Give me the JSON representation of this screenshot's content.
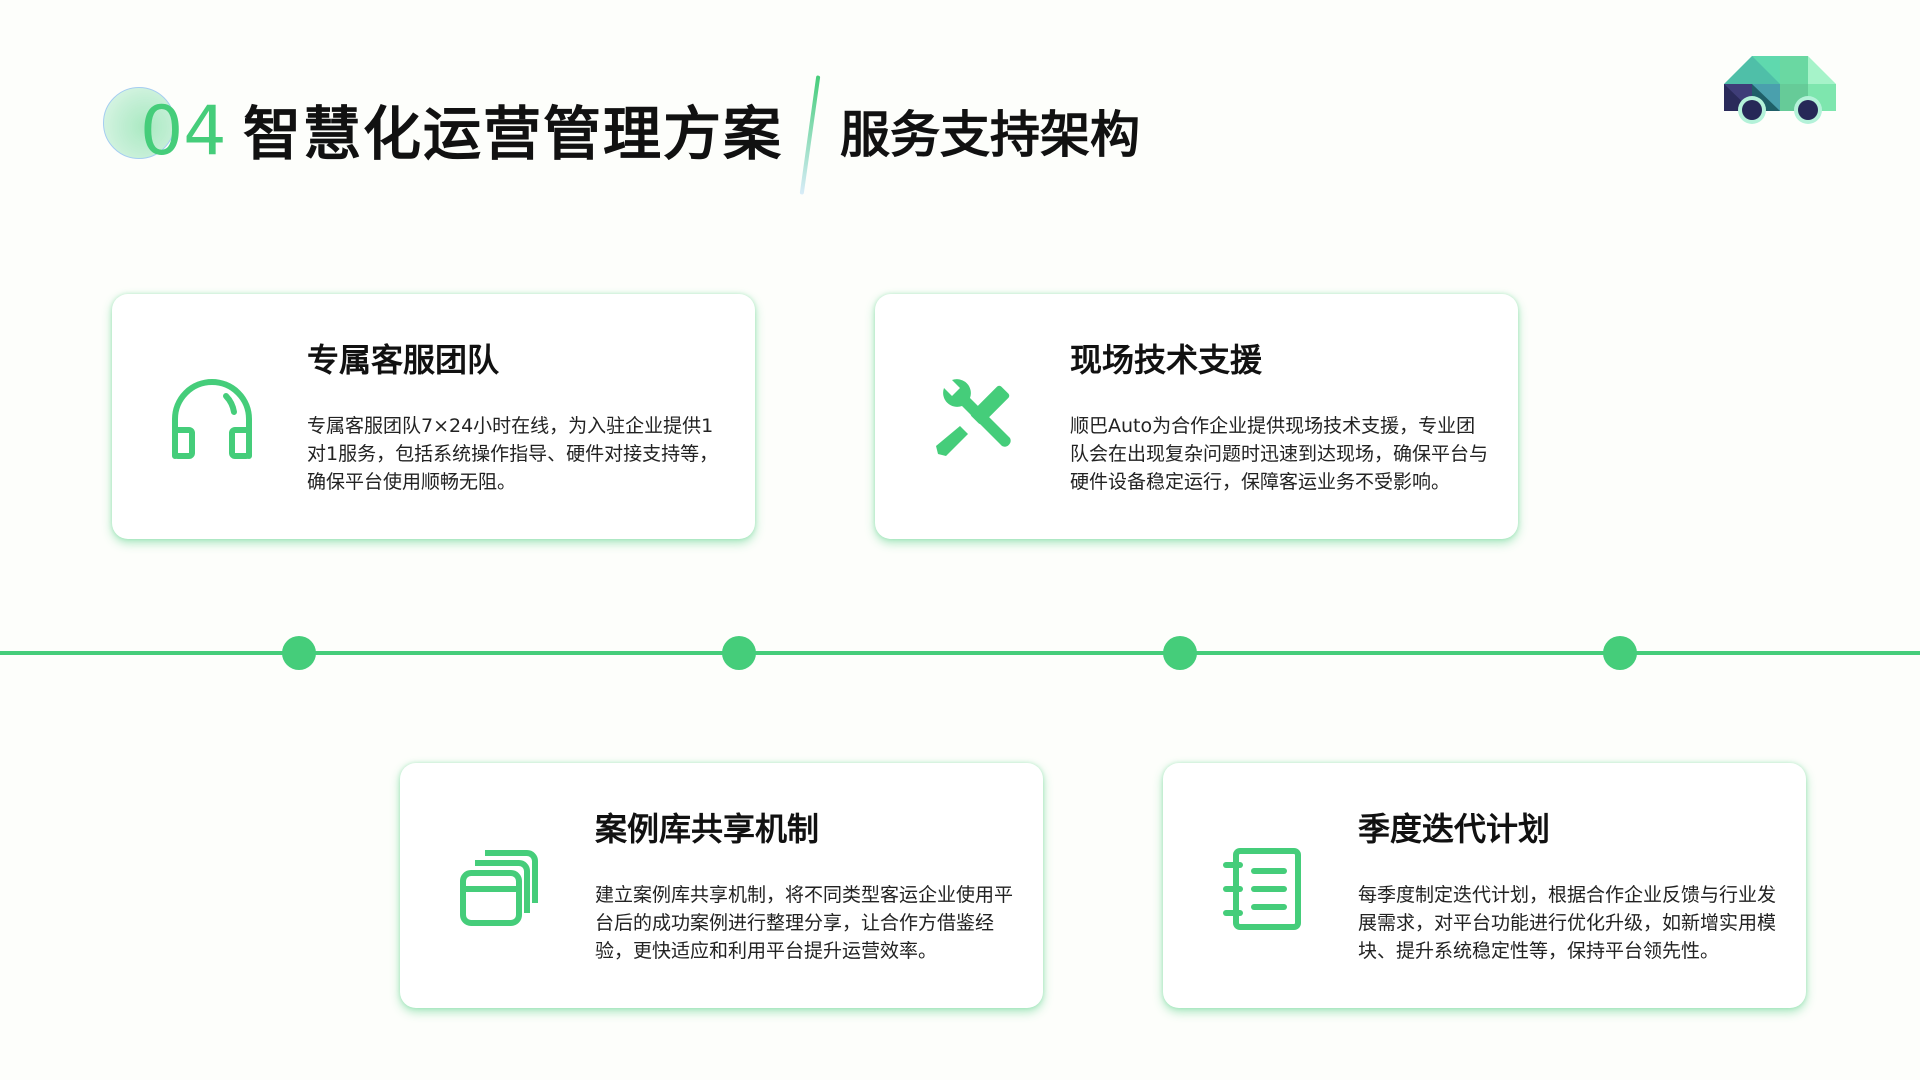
{
  "header": {
    "section_number": "04",
    "title": "智慧化运营管理方案",
    "subtitle": "服务支持架构"
  },
  "logo": {
    "icon": "car-icon"
  },
  "colors": {
    "accent": "#45cd7a",
    "text": "#111111"
  },
  "cards": [
    {
      "icon": "headset-icon",
      "title": "专属客服团队",
      "body": "专属客服团队7×24小时在线，为入驻企业提供1对1服务，包括系统操作指导、硬件对接支持等，确保平台使用顺畅无阻。"
    },
    {
      "icon": "tools-icon",
      "title": "现场技术支援",
      "body": "顺巴Auto为合作企业提供现场技术支援，专业团队会在出现复杂问题时迅速到达现场，确保平台与硬件设备稳定运行，保障客运业务不受影响。"
    },
    {
      "icon": "layers-icon",
      "title": "案例库共享机制",
      "body": "建立案例库共享机制，将不同类型客运企业使用平台后的成功案例进行整理分享，让合作方借鉴经验，更快适应和利用平台提升运营效率。"
    },
    {
      "icon": "list-icon",
      "title": "季度迭代计划",
      "body": "每季度制定迭代计划，根据合作企业反馈与行业发展需求，对平台功能进行优化升级，如新增实用模块、提升系统稳定性等，保持平台领先性。"
    }
  ]
}
